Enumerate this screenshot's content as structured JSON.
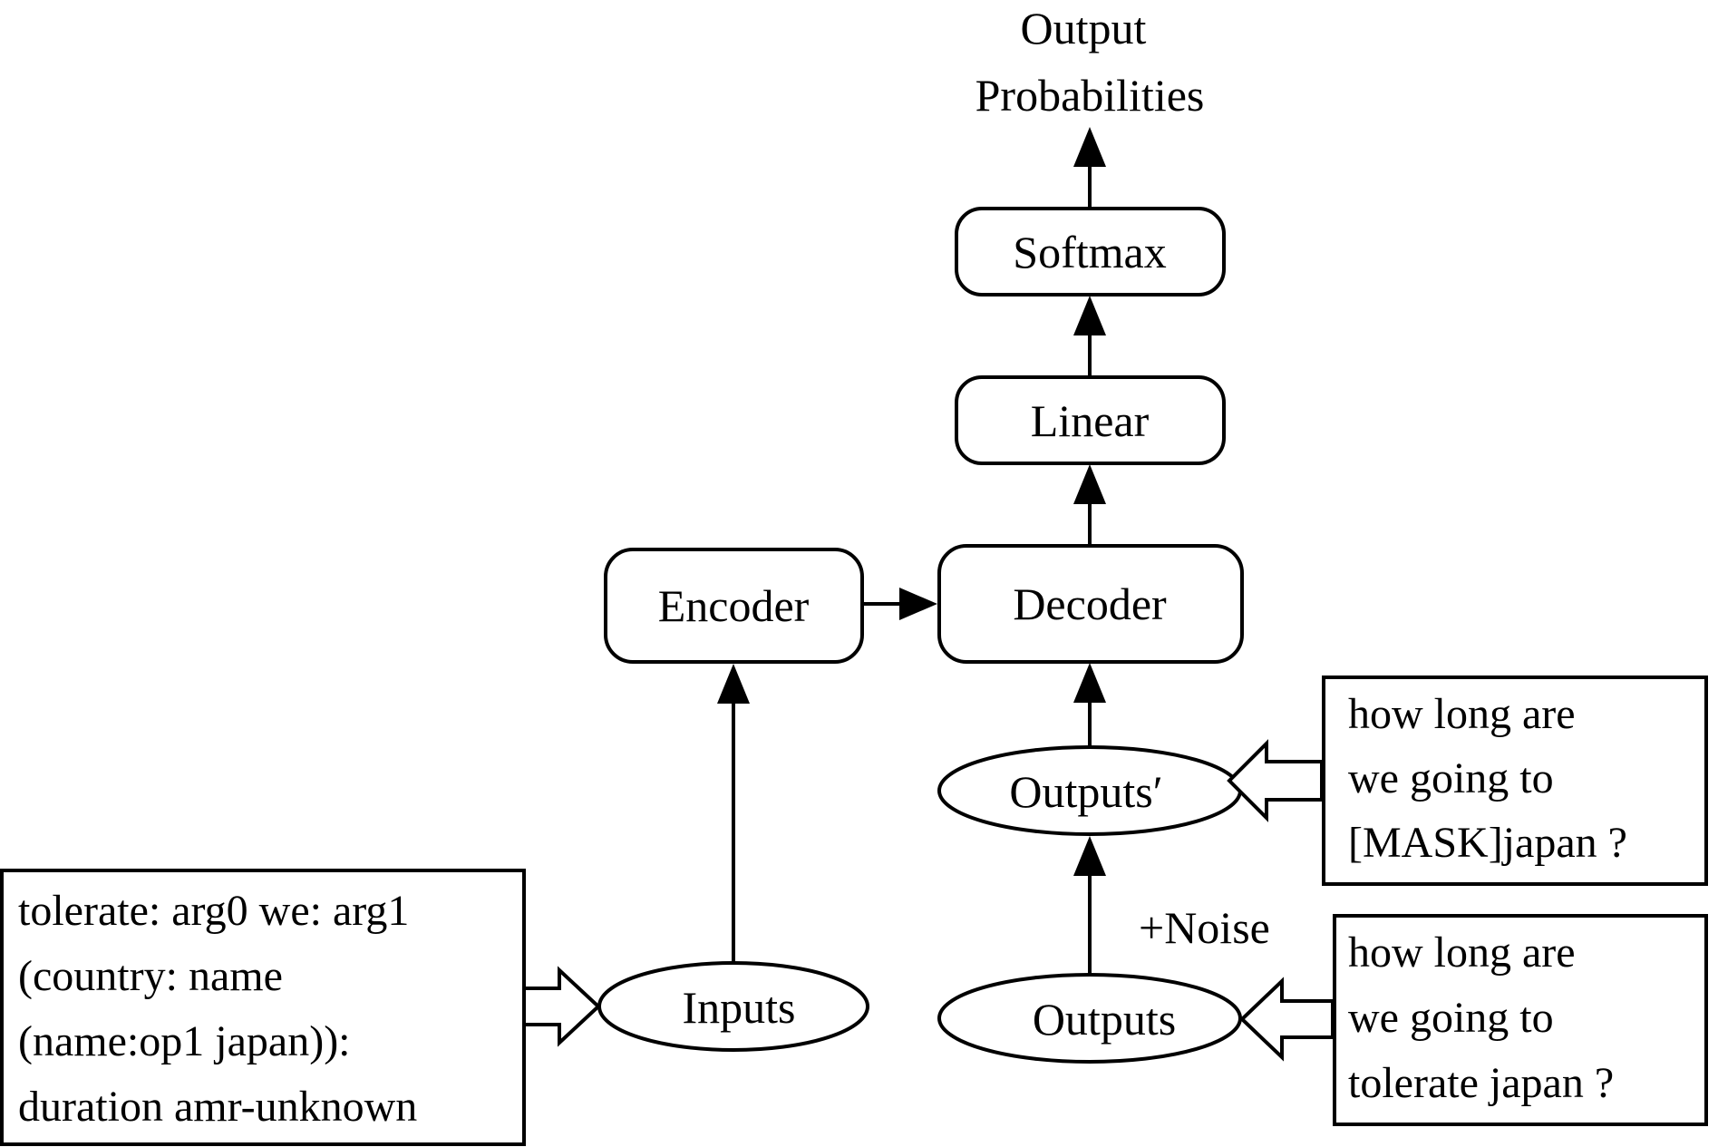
{
  "title": {
    "line1": "Output",
    "line2": "Probabilities"
  },
  "nodes": {
    "softmax": "Softmax",
    "linear": "Linear",
    "encoder": "Encoder",
    "decoder": "Decoder",
    "outputs_prime": "Outputs′",
    "outputs": "Outputs",
    "inputs": "Inputs"
  },
  "noise_label": "+Noise",
  "masked_sentence": [
    "how long are",
    "we going to",
    "[MASK]japan ?"
  ],
  "target_sentence": [
    "how long are",
    "we going to",
    "tolerate japan ?"
  ],
  "amr_input": [
    "tolerate: arg0 we: arg1",
    "(country: name",
    "(name:op1 japan)):",
    "duration amr-unknown"
  ]
}
